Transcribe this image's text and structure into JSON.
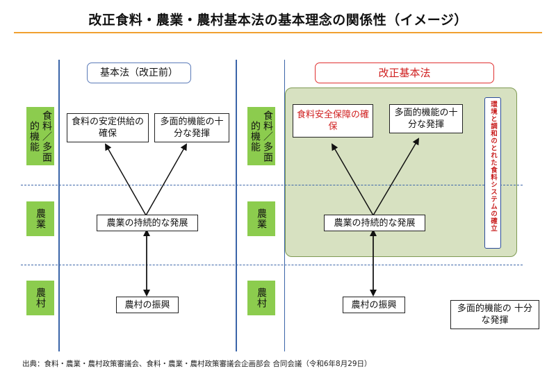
{
  "title": "改正食料・農業・農村基本法の基本理念の関係性（イメージ）",
  "rows": {
    "food": "食料／多面的機能",
    "agri": "農業",
    "rural": "農村"
  },
  "left": {
    "header": "基本法（改正前）",
    "food_box": "食料の安定供給の確保",
    "multi_box": "多面的機能の十分な発揮",
    "agri_box": "農業の持続的な発展",
    "rural_box": "農村の振興"
  },
  "right": {
    "header": "改正基本法",
    "food_box": "食料安全保障の確保",
    "multi_box": "多面的機能の十分な発揮",
    "agri_box": "農業の持続的な発展",
    "rural_box": "農村の振興",
    "side_text": "環境と調和のとれた食料システムの確立",
    "outside_box": "多面的機能の 十分な発揮"
  },
  "footnote": "出典：食料・農業・農村政策審議会、食料・農業・農村政策審議会企画部会 合同会議（令和6年8月29日）",
  "colors": {
    "accent_orange": "#f0a030",
    "line_blue": "#3a64a8",
    "label_green": "#8ccc4e",
    "panel_green": "#d7e1c1",
    "emphasis_red": "#d02020"
  }
}
